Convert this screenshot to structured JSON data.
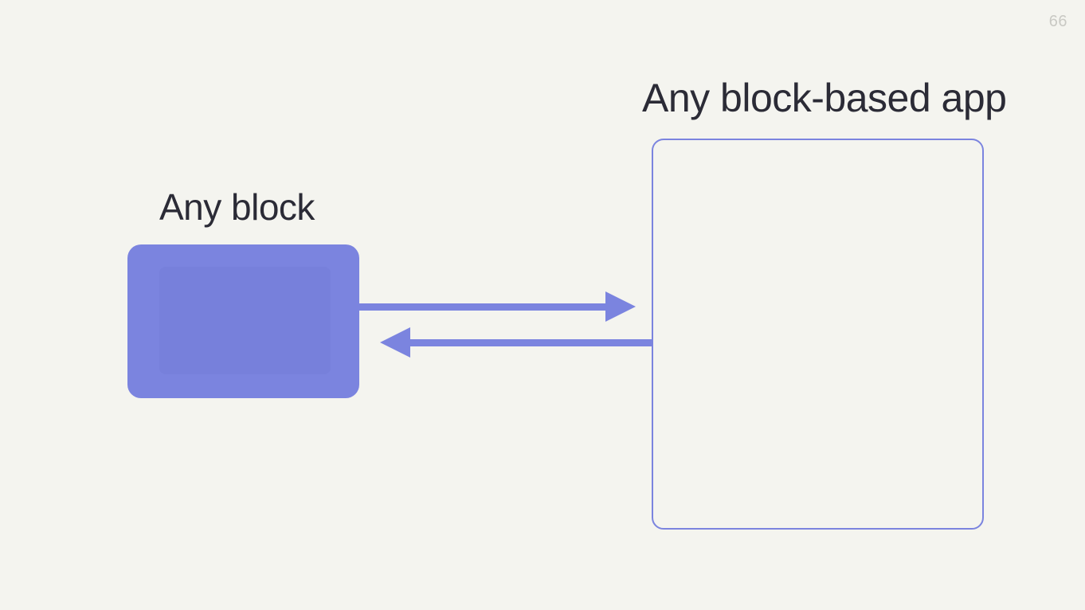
{
  "slide": {
    "page_number": "66",
    "background_color": "#f4f4ef",
    "accent_color": "#7b84df",
    "text_color": "#2b2b36",
    "page_number_color": "#c9c9c4"
  },
  "labels": {
    "block_label": "Any block",
    "app_label": "Any block-based app"
  },
  "diagram": {
    "block_shape": {
      "name": "Any block",
      "fill": "#7b84df",
      "style": "filled rounded rectangle"
    },
    "app_frame": {
      "name": "Any block-based app",
      "stroke": "#7b84df",
      "style": "outlined rounded rectangle"
    },
    "connectors": [
      {
        "direction": "right",
        "from": "Any block",
        "to": "Any block-based app",
        "color": "#7b84df"
      },
      {
        "direction": "left",
        "from": "Any block-based app",
        "to": "Any block",
        "color": "#7b84df"
      }
    ]
  }
}
